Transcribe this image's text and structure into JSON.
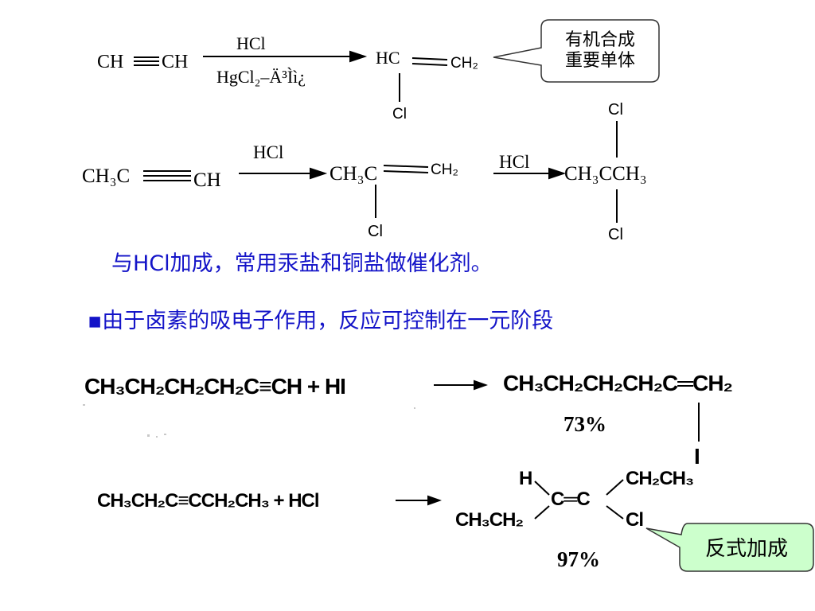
{
  "colors": {
    "accent_text": "#1414c8",
    "callout_green": "#ccffcc",
    "callout_border": "#333333"
  },
  "reaction1": {
    "reactant_left": "CH",
    "reactant_right": "CH",
    "reagent_top": "HCl",
    "reagent_bottom": "HgCl₂–Ä³Ìì¿",
    "product_hc": "HC",
    "product_ch2": "CH₂",
    "product_cl": "Cl",
    "callout": "有机合成\n重要单体"
  },
  "reaction2": {
    "reactant_left": "CH₃C",
    "reactant_right": "CH",
    "reagent1": "HCl",
    "intermediate_c": "CH₃C",
    "intermediate_ch2": "CH₂",
    "intermediate_cl": "Cl",
    "reagent2": "HCl",
    "product": "CH₃CCH₃",
    "product_cl_top": "Cl",
    "product_cl_bottom": "Cl"
  },
  "note_catalyst": "与HCl加成，常用汞盐和铜盐做催化剂。",
  "bullet_text": "▪由于卤素的吸电子作用，反应可控制在一元阶段",
  "reaction3": {
    "reactant": "CH₃CH₂CH₂CH₂C≡CH + HI",
    "product": "CH₃CH₂CH₂CH₂C═CH₂",
    "substituent": "I",
    "yield": "73%"
  },
  "reaction4": {
    "reactant": "CH₃CH₂C≡CCH₂CH₃ + HCl",
    "h": "H",
    "c_c": "C═C",
    "ch2ch3": "CH₂CH₃",
    "ch3ch2": "CH₃CH₂",
    "cl": "Cl",
    "yield": "97%",
    "callout": "反式加成"
  }
}
